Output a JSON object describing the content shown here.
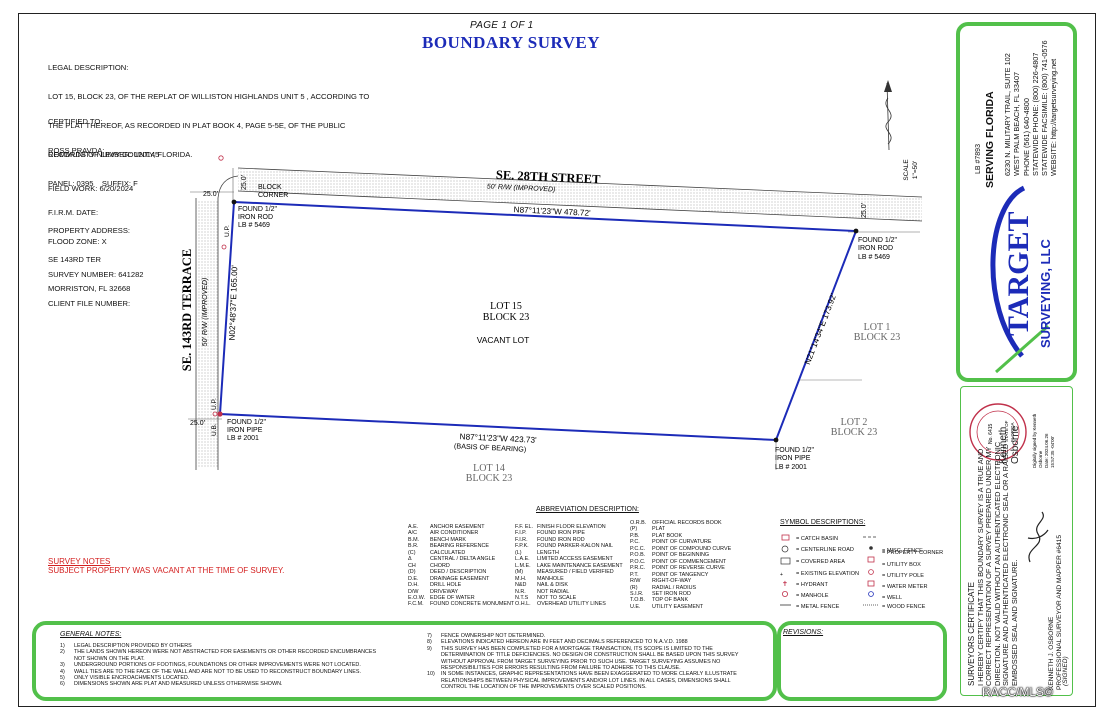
{
  "header": {
    "page": "PAGE 1 OF 1",
    "title": "BOUNDARY SURVEY"
  },
  "info": {
    "legal_label": "LEGAL DESCRIPTION:",
    "legal_text": [
      "LOT 15, BLOCK 23, OF THE REPLAT OF WILLISTON HIGHLANDS UNIT 5 , ACCORDING TO",
      "THE PLAT THEREOF, AS RECORDED IN PLAT BOOK 4, PAGE 5-5E, OF THE PUBLIC",
      "RECORDS OF LEVY COUNTY, FLORIDA."
    ],
    "certified_label": "CERTIFIED TO:",
    "certified_to": "ROSS PRAVDA;",
    "community": "COMMUNITY NUMBER: 120145",
    "panel": "PANEL: 0395    SUFFIX: F",
    "firm_date": "F.I.R.M. DATE:",
    "flood_zone": "FLOOD ZONE: X",
    "field_work": "FIELD WORK: 6/20/2024",
    "address_label": "PROPERTY ADDRESS:",
    "address_1": "SE 143RD TER",
    "address_2": "MORRISTON, FL 32668",
    "survey_number": "SURVEY NUMBER: 641282",
    "client_file": "CLIENT FILE NUMBER:"
  },
  "notes": {
    "title": "SURVEY NOTES",
    "text": "SUBJECT PROPERTY WAS VACANT AT THE TIME OF SURVEY."
  },
  "drawing": {
    "street_top": "SE. 28TH STREET",
    "street_top_sub": "50' R/W  (IMPROVED)",
    "street_left": "SE. 143RD TERRACE",
    "street_left_sub": "50' R/W  (IMPROVED)",
    "scale": "SCALE",
    "scale_val": "1\"=50'",
    "north_bearing": "N87°11'23\"W  478.72'",
    "south_bearing": "N87°11'23\"W  423.73'",
    "basis": "(BASIS OF BEARING)",
    "west_bearing": "N02°48'37\"E  165.00'",
    "east_bearing": "N21°14'34\"E  173.92'",
    "lot_label": "LOT 15",
    "block_label": "BLOCK 23",
    "vacant": "VACANT LOT",
    "lot1": "LOT 1",
    "lot1_block": "BLOCK 23",
    "lot2": "LOT 2",
    "lot2_block": "BLOCK 23",
    "lot14": "LOT 14",
    "lot14_block": "BLOCK 23",
    "block_corner_1": "BLOCK",
    "block_corner_2": "CORNER",
    "dim_25_a": "25.0'",
    "dim_25_b": "25.0'",
    "dim_25_c": "25.0'",
    "dim_25_d": "25.0'",
    "up1": "U.P.",
    "up2": "U.P.",
    "ub": "U.B.",
    "nw_1": "FOUND 1/2\"",
    "nw_2": "IRON ROD",
    "nw_3": "LB # 5469",
    "ne_1": "FOUND 1/2\"",
    "ne_2": "IRON ROD",
    "ne_3": "LB # 5469",
    "sw_1": "FOUND 1/2\"",
    "sw_2": "IRON PIPE",
    "sw_3": "LB # 2001",
    "se_1": "FOUND 1/2\"",
    "se_2": "IRON PIPE",
    "se_3": "LB # 2001"
  },
  "abbreviations": {
    "title": "ABBREVIATION DESCRIPTION:",
    "col1": [
      [
        "A.E.",
        "ANCHOR EASEMENT"
      ],
      [
        "A/C",
        "AIR CONDITIONER"
      ],
      [
        "B.M.",
        "BENCH MARK"
      ],
      [
        "B.R.",
        "BEARING REFERENCE"
      ],
      [
        "(C)",
        "CALCULATED"
      ],
      [
        "Δ",
        "CENTRAL / DELTA ANGLE"
      ],
      [
        "CH",
        "CHORD"
      ],
      [
        "(D)",
        "DEED / DESCRIPTION"
      ],
      [
        "D.E.",
        "DRAINAGE EASEMENT"
      ],
      [
        "D.H.",
        "DRILL HOLE"
      ],
      [
        "D/W",
        "DRIVEWAY"
      ],
      [
        "E.O.W.",
        "EDGE OF WATER"
      ],
      [
        "F.C.M.",
        "FOUND CONCRETE MONUMENT"
      ]
    ],
    "col2": [
      [
        "F.F. EL.",
        "FINISH FLOOR ELEVATION"
      ],
      [
        "F.I.P.",
        "FOUND IRON PIPE"
      ],
      [
        "F.I.R.",
        "FOUND IRON ROD"
      ],
      [
        "F.P.K.",
        "FOUND PARKER-KALON NAIL"
      ],
      [
        "(L)",
        "LENGTH"
      ],
      [
        "L.A.E.",
        "LIMITED ACCESS EASEMENT"
      ],
      [
        "L.M.E.",
        "LAKE MAINTENANCE EASEMENT"
      ],
      [
        "(M)",
        "MEASURED / FIELD VERIFIED"
      ],
      [
        "M.H.",
        "MANHOLE"
      ],
      [
        "N&D",
        "NAIL & DISK"
      ],
      [
        "N.R.",
        "NOT RADIAL"
      ],
      [
        "N.T.S",
        "NOT TO SCALE"
      ],
      [
        "O.H.L.",
        "OVERHEAD UTILITY LINES"
      ]
    ],
    "col3": [
      [
        "O.R.B.",
        "OFFICIAL RECORDS BOOK"
      ],
      [
        "(P)",
        "PLAT"
      ],
      [
        "P.B.",
        "PLAT BOOK"
      ],
      [
        "P.C.",
        "POINT OF CURVATURE"
      ],
      [
        "P.C.C.",
        "POINT OF COMPOUND CURVE"
      ],
      [
        "P.O.B.",
        "POINT OF BEGINNING"
      ],
      [
        "P.O.C.",
        "POINT OF COMMENCEMENT"
      ],
      [
        "P.R.C.",
        "POINT OF REVERSE CURVE"
      ],
      [
        "P.T.",
        "POINT OF TANGENCY"
      ],
      [
        "R/W",
        "RIGHT-OF-WAY"
      ],
      [
        "(R)",
        "RADIAL / RADIUS"
      ],
      [
        "S.I.R.",
        "SET IRON ROD"
      ],
      [
        "T.O.B.",
        "TOP OF BANK"
      ],
      [
        "U.E.",
        "UTILITY EASEMENT"
      ]
    ]
  },
  "symbols": {
    "title": "SYMBOL DESCRIPTIONS:",
    "left": [
      "= CATCH BASIN",
      "= CENTERLINE ROAD",
      "= COVERED AREA",
      "= EXISTING ELEVATION",
      "= HYDRANT",
      "= MANHOLE",
      "= METAL FENCE"
    ],
    "right": [
      "= MISC. FENCE",
      "= PROPERTY CORNER",
      "= UTILITY BOX",
      "= UTILITY POLE",
      "= WATER METER",
      "= WELL",
      "= WOOD FENCE"
    ]
  },
  "general_notes": {
    "title": "GENERAL NOTES:",
    "left": [
      [
        "1)",
        "LEGAL DESCRIPTION PROVIDED BY OTHERS"
      ],
      [
        "2)",
        "THE LANDS SHOWN HEREON WERE NOT ABSTRACTED FOR EASEMENTS OR OTHER RECORDED ENCUMBRANCES"
      ],
      [
        "",
        "NOT SHOWN ON THE PLAT."
      ],
      [
        "3)",
        "UNDERGROUND PORTIONS OF FOOTINGS, FOUNDATIONS OR OTHER IMPROVEMENTS WERE NOT LOCATED."
      ],
      [
        "4)",
        "WALL TIES ARE TO THE FACE OF THE WALL AND ARE NOT TO BE USED TO RECONSTRUCT BOUNDARY LINES."
      ],
      [
        "5)",
        "ONLY VISIBLE ENCROACHMENTS LOCATED."
      ],
      [
        "6)",
        "DIMENSIONS SHOWN ARE PLAT AND MEASURED UNLESS OTHERWISE SHOWN."
      ]
    ],
    "right": [
      [
        "7)",
        "FENCE OWNERSHIP NOT DETERMINED."
      ],
      [
        "8)",
        "ELEVATIONS INDICATED HEREON ARE IN FEET AND DECIMALS REFERENCED TO N.A.V.D. 1988"
      ],
      [
        "9)",
        "THIS SURVEY HAS BEEN COMPLETED FOR A MORTGAGE TRANSACTION, ITS SCOPE IS LIMITED TO THE"
      ],
      [
        "",
        "DETERMINATION OF TITLE DEFICIENCIES. NO DESIGN OR CONSTRUCTION SHALL BE BASED UPON THIS SURVEY"
      ],
      [
        "",
        "WITHOUT APPROVAL FROM TARGET SURVEYING PRIOR TO SUCH USE. TARGET SURVEYING ASSUMES NO"
      ],
      [
        "",
        "RESPONSIBILITIES FOR ERRORS RESULTING FROM FAILURE TO ADHERE TO THIS CLAUSE."
      ],
      [
        "10)",
        "IN SOME INSTANCES, GRAPHIC REPRESENTATIONS HAVE BEEN EXAGGERATED TO MORE CLEARLY ILLUSTRATE"
      ],
      [
        "",
        "RELATIONSHIPS BETWEEN PHYSICAL IMPROVEMENTS AND/OR LOT LINES. IN ALL CASES, DIMENSIONS SHALL"
      ],
      [
        "",
        "CONTROL THE LOCATION OF THE IMPROVEMENTS OVER  SCALED POSITIONS."
      ]
    ]
  },
  "revisions": {
    "title": "REVISIONS:"
  },
  "company": {
    "lb": "LB #7893",
    "serving": "SERVING FLORIDA",
    "address": "6230 N. MILITARY TRAIL, SUITE 102",
    "city": "WEST PALM BEACH, FL  33407",
    "phone": "PHONE (561) 640-4800",
    "statewide_phone": "STATEWIDE PHONE: (800) 226-4807",
    "statewide_fax": "STATEWIDE FACSIMILE: (800) 741-0576",
    "website": "WEBSITE: http://targetsurveying.net",
    "logo_1": "TARGET",
    "logo_2": "SURVEYING, LLC",
    "cert_title": "SURVEYORS CERTIFICATE",
    "cert_lines": [
      "I HEREBY CERTIFY THAT THIS BOUNDARY SURVEY IS A TRUE AND",
      "CORRECT REPRESENTATION OF A SURVEY PREPARED UNDER MY",
      "DIRECTION. NOT VALID WITHOUT AN AUTHENTICATED ELECTRONIC",
      "SIGNATURE AND AUTHENTICATED ELECTRONIC SEAL OR A RAISED",
      "EMBOSSED SEAL AND SIGNATURE."
    ],
    "surveyor": "KENNETH J. OSBORNE",
    "surveyor_title": "PROFESSIONAL SURVEYOR AND MAPPER #6415",
    "signed": "(SIGNED)",
    "sig_name_1": "Kenneth",
    "sig_name_2": "Osborne",
    "sig_digital": "Digitally signed by Kenneth",
    "sig_digital_2": "Osborne",
    "sig_date": "Date: 2024.06.26",
    "sig_time": "15:57:35 -04'00'",
    "seal_no": "No. 6415",
    "seal_state": "STATE OF",
    "seal_florida": "FLORIDA",
    "watermark": "RACC/MLS©"
  }
}
